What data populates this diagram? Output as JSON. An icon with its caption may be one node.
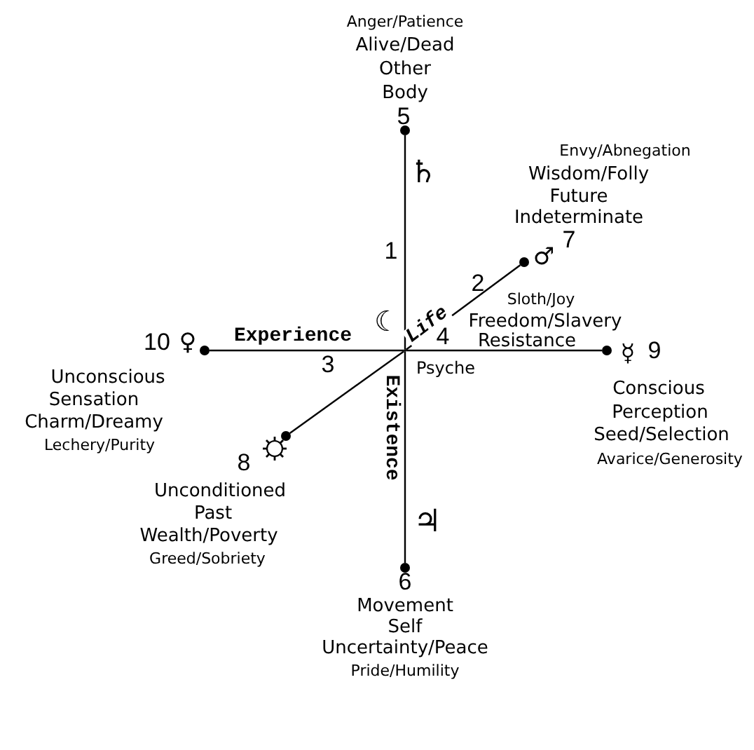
{
  "diagram": {
    "nodes": [
      {
        "text": [],
        "shape": "circle",
        "beside": [
          "Anger/Patience",
          "Alive/Dead",
          "Other",
          "Body",
          "5",
          "♄"
        ]
      },
      {
        "text": [],
        "shape": "circle",
        "beside": [
          "Envy/Abnegation",
          "Wisdom/Folly",
          "Future",
          "Indeterminate",
          "7",
          "♂"
        ]
      },
      {
        "text": [],
        "shape": "circle",
        "beside": [
          "10",
          "♀",
          "Unconscious",
          "Sensation",
          "Charm/Dreamy",
          "Lechery/Purity"
        ]
      },
      {
        "text": [],
        "shape": "point",
        "beside": [
          "☾",
          "Sloth/Joy",
          "Freedom/Slavery",
          "Resistance",
          "Psyche"
        ]
      },
      {
        "text": [],
        "shape": "circle",
        "beside": [
          "☿",
          "9",
          "Conscious",
          "Perception",
          "Seed/Selection",
          "Avarice/Generosity"
        ]
      },
      {
        "text": [],
        "shape": "circle",
        "beside": [
          "8",
          "Unconditioned",
          "Past",
          "Wealth/Poverty",
          "Greed/Sobriety"
        ]
      },
      {
        "text": [],
        "shape": "circle",
        "beside": [
          "♃",
          "6",
          "Movement",
          "Self",
          "Uncertainty/Peace",
          "Pride/Humility"
        ]
      }
    ],
    "edges": [
      {
        "from": 3,
        "to": 0,
        "arrow": "none"
      },
      {
        "from": 3,
        "to": 1,
        "arrow": "none",
        "label": "Life"
      },
      {
        "from": 3,
        "to": 2,
        "arrow": "none",
        "label": "Experience"
      },
      {
        "from": 3,
        "to": 4,
        "arrow": "none"
      },
      {
        "from": 3,
        "to": 5,
        "arrow": "none"
      },
      {
        "from": 3,
        "to": 6,
        "arrow": "none",
        "label": "Existence"
      }
    ],
    "labels": [
      "1",
      "2",
      "4",
      "3"
    ]
  }
}
